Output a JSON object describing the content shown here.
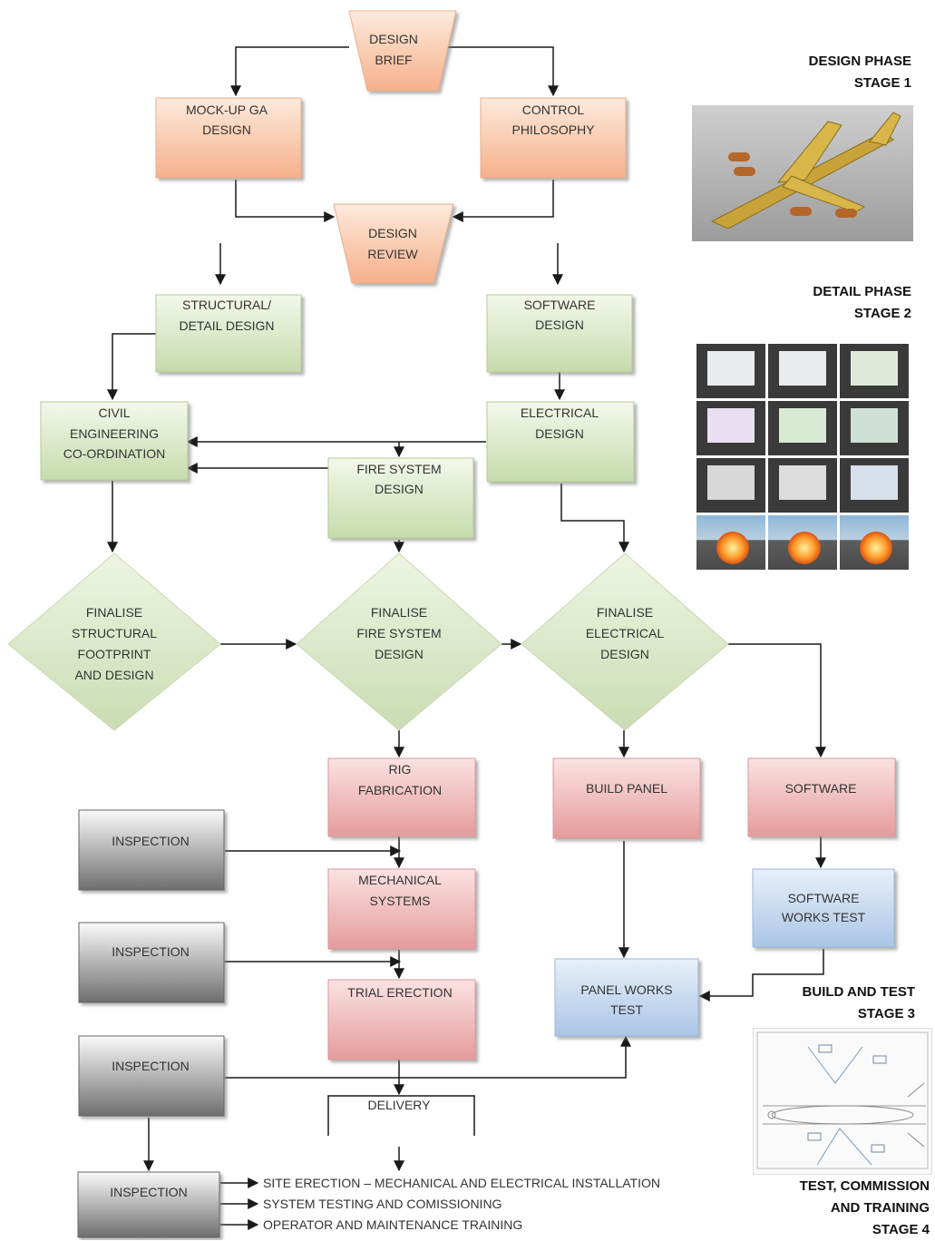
{
  "flowchart": {
    "design_brief": [
      "DESIGN",
      "BRIEF"
    ],
    "mockup_ga_design": [
      "MOCK-UP GA",
      "DESIGN"
    ],
    "control_philosophy": [
      "CONTROL",
      "PHILOSOPHY"
    ],
    "design_review": [
      "DESIGN",
      "REVIEW"
    ],
    "structural_detail_design": [
      "STRUCTURAL/",
      "DETAIL DESIGN"
    ],
    "software_design": [
      "SOFTWARE",
      "DESIGN"
    ],
    "civil_engineering": [
      "CIVIL",
      "ENGINEERING",
      "CO-ORDINATION"
    ],
    "electrical_design": [
      "ELECTRICAL",
      "DESIGN"
    ],
    "fire_system_design": [
      "FIRE SYSTEM",
      "DESIGN"
    ],
    "finalise_structural": [
      "FINALISE",
      "STRUCTURAL",
      "FOOTPRINT",
      "AND DESIGN"
    ],
    "finalise_fire": [
      "FINALISE",
      "FIRE SYSTEM",
      "DESIGN"
    ],
    "finalise_electrical": [
      "FINALISE",
      "ELECTRICAL",
      "DESIGN"
    ],
    "rig_fabrication": [
      "RIG",
      "FABRICATION"
    ],
    "build_panel": "BUILD PANEL",
    "software": "SOFTWARE",
    "software_works_test": [
      "SOFTWARE",
      "WORKS TEST"
    ],
    "mechanical_systems": [
      "MECHANICAL",
      "SYSTEMS"
    ],
    "trial_erection": "TRIAL ERECTION",
    "panel_works_test": [
      "PANEL WORKS",
      "TEST"
    ],
    "inspection": "INSPECTION",
    "delivery": "DELIVERY",
    "final_steps": [
      "SITE ERECTION – MECHANICAL AND ELECTRICAL INSTALLATION",
      "SYSTEM TESTING AND COMISSIONING",
      "OPERATOR AND MAINTENANCE TRAINING"
    ]
  },
  "stages": {
    "stage1": [
      "DESIGN PHASE",
      "STAGE 1"
    ],
    "stage2": [
      "DETAIL PHASE",
      "STAGE 2"
    ],
    "stage3": [
      "BUILD AND TEST",
      "STAGE 3"
    ],
    "stage4": [
      "TEST, COMMISSION",
      "AND TRAINING",
      "STAGE 4"
    ]
  },
  "colors": {
    "orange_top": "#fdeadc",
    "orange_bottom": "#f6b08a",
    "green_top": "#f3f8ea",
    "green_bottom": "#c6dbac",
    "red_top": "#fbe2e2",
    "red_bottom": "#e59b9b",
    "blue_top": "#e8f0fa",
    "blue_bottom": "#aac5e6",
    "grey_top": "#fafafa",
    "grey_bottom": "#707070",
    "line": "#1a1a1a"
  }
}
